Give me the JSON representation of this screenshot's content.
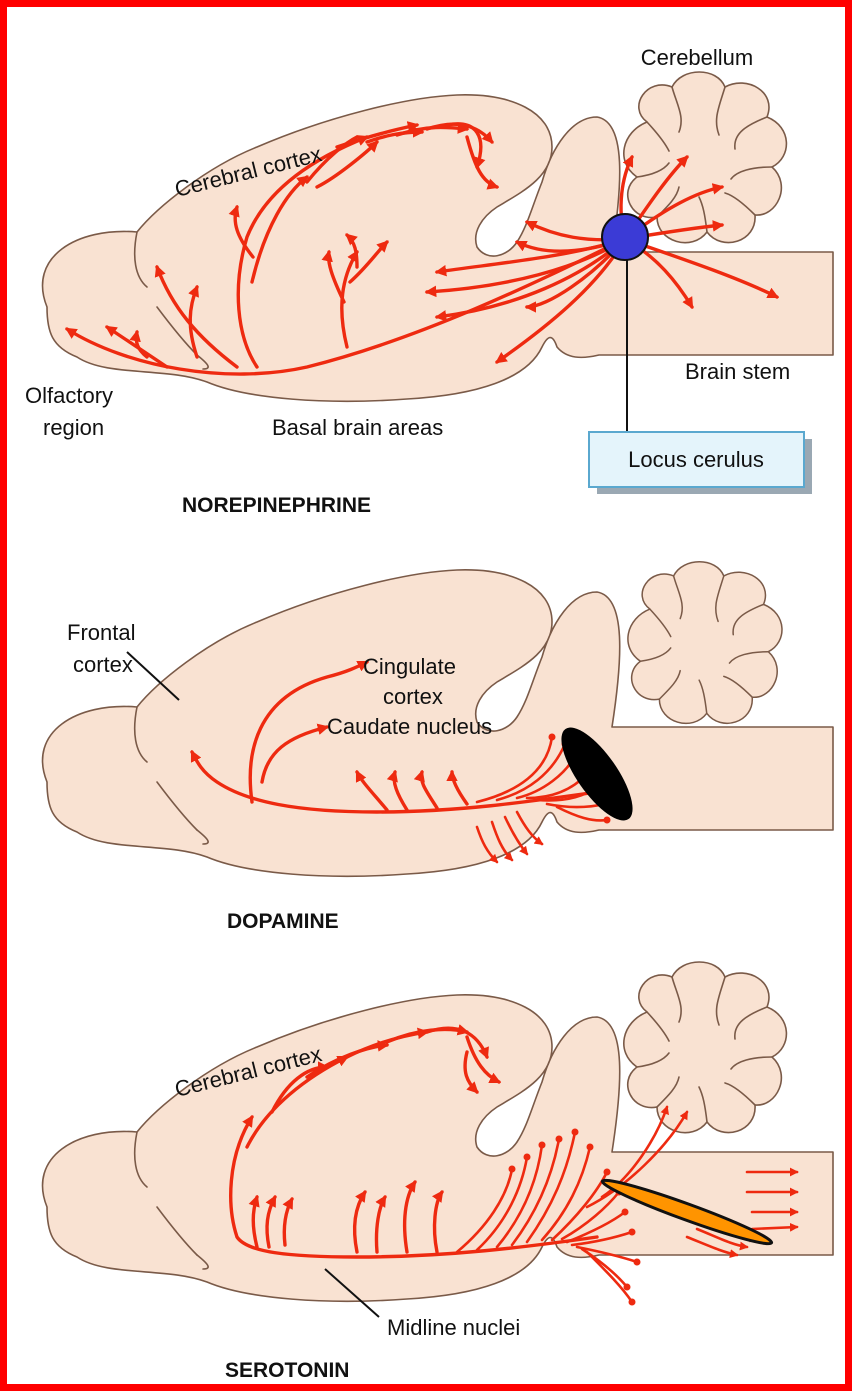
{
  "colors": {
    "frame": "#ff0000",
    "brain_fill": "#f9e2d2",
    "pathway": "#ee2a10",
    "locus_marker": "#3b3bd6",
    "dopamine_marker": "#000000",
    "serotonin_marker": "#ff9400",
    "callout_fill": "#e4f4fb"
  },
  "panels": {
    "norepinephrine": {
      "title": "NOREPINEPHRINE",
      "labels": {
        "cerebellum": "Cerebellum",
        "cerebral_cortex": "Cerebral cortex",
        "olfactory_1": "Olfactory",
        "olfactory_2": "region",
        "basal": "Basal brain areas",
        "brain_stem": "Brain stem",
        "locus": "Locus cerulus"
      }
    },
    "dopamine": {
      "title": "DOPAMINE",
      "labels": {
        "frontal_1": "Frontal",
        "frontal_2": "cortex",
        "cingulate_1": "Cingulate",
        "cingulate_2": "cortex",
        "caudate": "Caudate nucleus"
      }
    },
    "serotonin": {
      "title": "SEROTONIN",
      "labels": {
        "cerebral_cortex": "Cerebral cortex",
        "midline": "Midline nuclei"
      }
    }
  }
}
